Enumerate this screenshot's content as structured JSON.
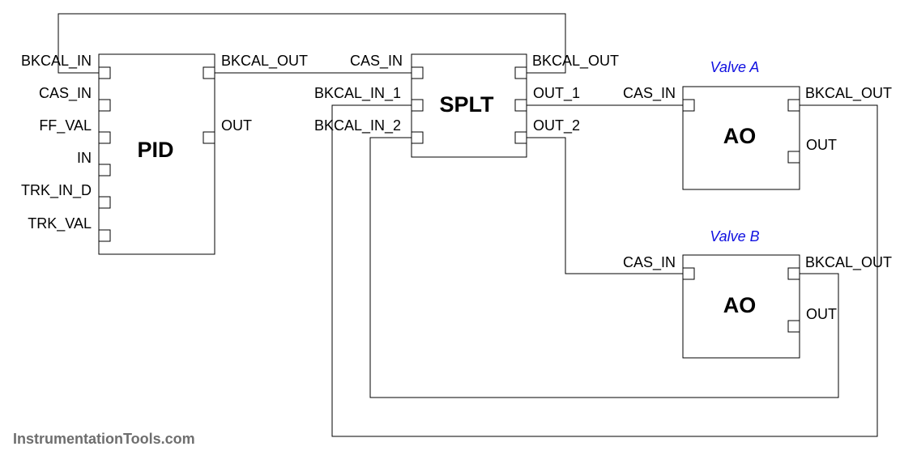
{
  "blocks": {
    "pid": {
      "title": "PID",
      "inputs": [
        "BKCAL_IN",
        "CAS_IN",
        "FF_VAL",
        "IN",
        "TRK_IN_D",
        "TRK_VAL"
      ],
      "outputs": [
        "BKCAL_OUT",
        "OUT"
      ]
    },
    "splt": {
      "title": "SPLT",
      "inputs": [
        "CAS_IN",
        "BKCAL_IN_1",
        "BKCAL_IN_2"
      ],
      "outputs": [
        "BKCAL_OUT",
        "OUT_1",
        "OUT_2"
      ]
    },
    "ao_a": {
      "title": "AO",
      "valve": "Valve A",
      "inputs": [
        "CAS_IN"
      ],
      "outputs": [
        "BKCAL_OUT",
        "OUT"
      ]
    },
    "ao_b": {
      "title": "AO",
      "valve": "Valve B",
      "inputs": [
        "CAS_IN"
      ],
      "outputs": [
        "BKCAL_OUT",
        "OUT"
      ]
    }
  },
  "watermark": "InstrumentationTools.com",
  "colors": {
    "line": "#000000",
    "valve_label": "#1010e0",
    "watermark": "#6e6e6e"
  }
}
